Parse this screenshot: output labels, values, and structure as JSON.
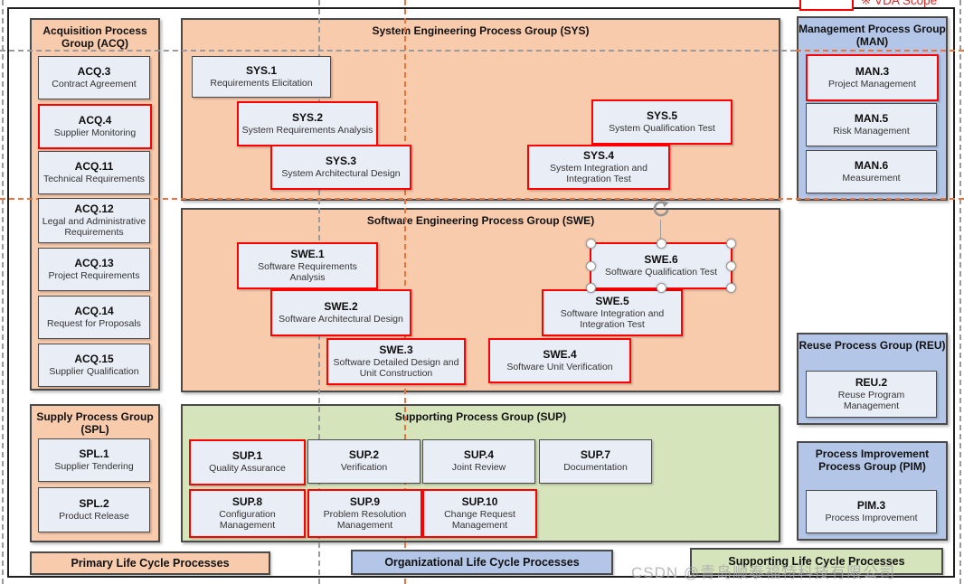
{
  "scope_note": {
    "label": "※ VDA Scope"
  },
  "colors": {
    "primary_fill": "#F8CBAD",
    "organizational_fill": "#B4C6E7",
    "supporting_fill": "#D6E4BC",
    "process_box_fill": "#E9EDF5",
    "vda_scope_border": "#FF0000"
  },
  "groups": {
    "acq": {
      "title": "Acquisition Process Group (ACQ)",
      "processes": [
        {
          "code": "ACQ.3",
          "name": "Contract Agreement",
          "vda_scope": false
        },
        {
          "code": "ACQ.4",
          "name": "Supplier Monitoring",
          "vda_scope": true
        },
        {
          "code": "ACQ.11",
          "name": "Technical Requirements",
          "vda_scope": false
        },
        {
          "code": "ACQ.12",
          "name": "Legal and Administrative Requirements",
          "vda_scope": false
        },
        {
          "code": "ACQ.13",
          "name": "Project Requirements",
          "vda_scope": false
        },
        {
          "code": "ACQ.14",
          "name": "Request for Proposals",
          "vda_scope": false
        },
        {
          "code": "ACQ.15",
          "name": "Supplier Qualification",
          "vda_scope": false
        }
      ]
    },
    "sys": {
      "title": "System Engineering Process Group (SYS)",
      "processes": [
        {
          "code": "SYS.1",
          "name": "Requirements Elicitation",
          "vda_scope": false
        },
        {
          "code": "SYS.2",
          "name": "System Requirements Analysis",
          "vda_scope": true
        },
        {
          "code": "SYS.3",
          "name": "System Architectural Design",
          "vda_scope": true
        },
        {
          "code": "SYS.5",
          "name": "System Qualification Test",
          "vda_scope": true
        },
        {
          "code": "SYS.4",
          "name": "System Integration and Integration Test",
          "vda_scope": true
        }
      ]
    },
    "swe": {
      "title": "Software Engineering Process Group (SWE)",
      "processes": [
        {
          "code": "SWE.1",
          "name": "Software Requirements Analysis",
          "vda_scope": true
        },
        {
          "code": "SWE.2",
          "name": "Software Architectural Design",
          "vda_scope": true
        },
        {
          "code": "SWE.3",
          "name": "Software Detailed Design and Unit Construction",
          "vda_scope": true
        },
        {
          "code": "SWE.4",
          "name": "Software Unit Verification",
          "vda_scope": true
        },
        {
          "code": "SWE.5",
          "name": "Software Integration and Integration Test",
          "vda_scope": true
        },
        {
          "code": "SWE.6",
          "name": "Software Qualification Test",
          "vda_scope": true,
          "selected": true
        }
      ]
    },
    "man": {
      "title": "Management Process Group (MAN)",
      "processes": [
        {
          "code": "MAN.3",
          "name": "Project Management",
          "vda_scope": true
        },
        {
          "code": "MAN.5",
          "name": "Risk Management",
          "vda_scope": false
        },
        {
          "code": "MAN.6",
          "name": "Measurement",
          "vda_scope": false
        }
      ]
    },
    "spl": {
      "title": "Supply Process Group (SPL)",
      "processes": [
        {
          "code": "SPL.1",
          "name": "Supplier Tendering",
          "vda_scope": false
        },
        {
          "code": "SPL.2",
          "name": "Product Release",
          "vda_scope": false
        }
      ]
    },
    "sup": {
      "title": "Supporting Process Group (SUP)",
      "processes": [
        {
          "code": "SUP.1",
          "name": "Quality Assurance",
          "vda_scope": true
        },
        {
          "code": "SUP.2",
          "name": "Verification",
          "vda_scope": false
        },
        {
          "code": "SUP.4",
          "name": "Joint Review",
          "vda_scope": false
        },
        {
          "code": "SUP.7",
          "name": "Documentation",
          "vda_scope": false
        },
        {
          "code": "SUP.8",
          "name": "Configuration Management",
          "vda_scope": true
        },
        {
          "code": "SUP.9",
          "name": "Problem Resolution Management",
          "vda_scope": true
        },
        {
          "code": "SUP.10",
          "name": "Change Request Management",
          "vda_scope": true
        }
      ]
    },
    "reu": {
      "title": "Reuse Process Group (REU)",
      "processes": [
        {
          "code": "REU.2",
          "name": "Reuse Program Management",
          "vda_scope": false
        }
      ]
    },
    "pim": {
      "title": "Process Improvement Process Group (PIM)",
      "processes": [
        {
          "code": "PIM.3",
          "name": "Process Improvement",
          "vda_scope": false
        }
      ]
    }
  },
  "legend": {
    "primary": "Primary Life Cycle Processes",
    "organizational": "Organizational Life Cycle Processes",
    "supporting": "Supporting Life Cycle Processes"
  },
  "watermark": "CSDN @青岛顺泰福特科技有限公司"
}
